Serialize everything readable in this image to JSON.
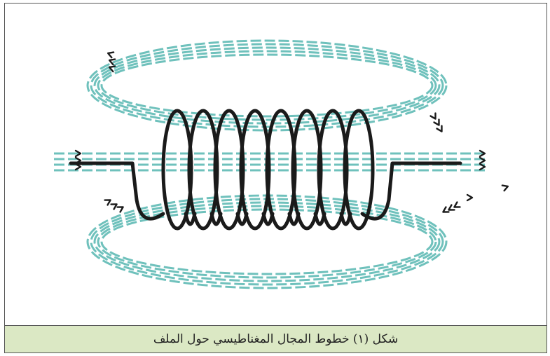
{
  "figure": {
    "caption": "شكل (١) خطوط المجال المغناطيسي حول الملف",
    "field_line_color": "#6fc1bc",
    "coil_color": "#1a1a1a",
    "caption_background": "#dbe8c4",
    "coil_turns": 8,
    "field_line_style": "dashed",
    "arrow_direction": "left-to-right"
  }
}
